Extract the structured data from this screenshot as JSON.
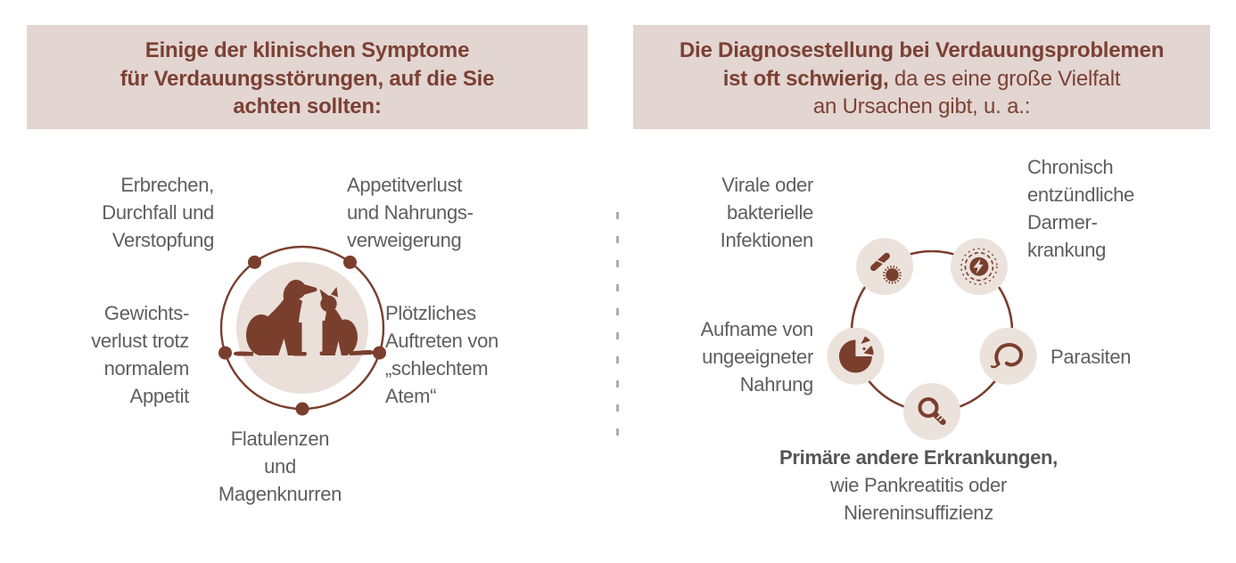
{
  "colors": {
    "header_background": "#e3d5d1",
    "header_text_brown": "#7b4134",
    "diagram_brown": "#7a3e2d",
    "inner_circle_fill": "#eadfd9",
    "icon_circle_fill": "#ece2dc",
    "label_gray": "#5e5e5e",
    "divider_gray": "#adadad"
  },
  "left_panel": {
    "header": "Einige der klinischen Symptome\nfür Verdauungsstörungen, auf die Sie\nachten sollten:",
    "center_image": "dog-and-cat-silhouette",
    "symptoms": [
      {
        "text": "Erbrechen,\nDurchfall und\nVerstopfung"
      },
      {
        "text": "Appetitverlust\nund Nahrungs-\nverweigerung"
      },
      {
        "text": "Gewichts-\nverlust trotz\nnormalem\nAppetit"
      },
      {
        "text": "Plötzliches\nAuftreten von\n„schlechtem\nAtem“"
      },
      {
        "text": "Flatulenzen\nund\nMagenknurren"
      }
    ]
  },
  "right_panel": {
    "header_bold": "Die Diagnosestellung bei Verdauungsproblemen\nist oft schwierig,",
    "header_regular": " da es eine große Vielfalt\nan Ursachen gibt, u. a.:",
    "causes": [
      {
        "icon": "virus-bacteria-icon",
        "label": "Virale oder\nbakterielle\nInfektionen"
      },
      {
        "icon": "inflammation-icon",
        "label": "Chronisch\nentzündliche\nDarmer-\nkrankung"
      },
      {
        "icon": "unsuitable-food-icon",
        "label": "Aufname von\nungeeigneter\nNahrung"
      },
      {
        "icon": "parasite-icon",
        "label": "Parasiten"
      },
      {
        "icon": "magnifier-icon",
        "label_bold": "Primäre andere Erkrankungen,",
        "label_regular": "\nwie Pankreatitis oder\nNiereninsuffizienz"
      }
    ]
  }
}
